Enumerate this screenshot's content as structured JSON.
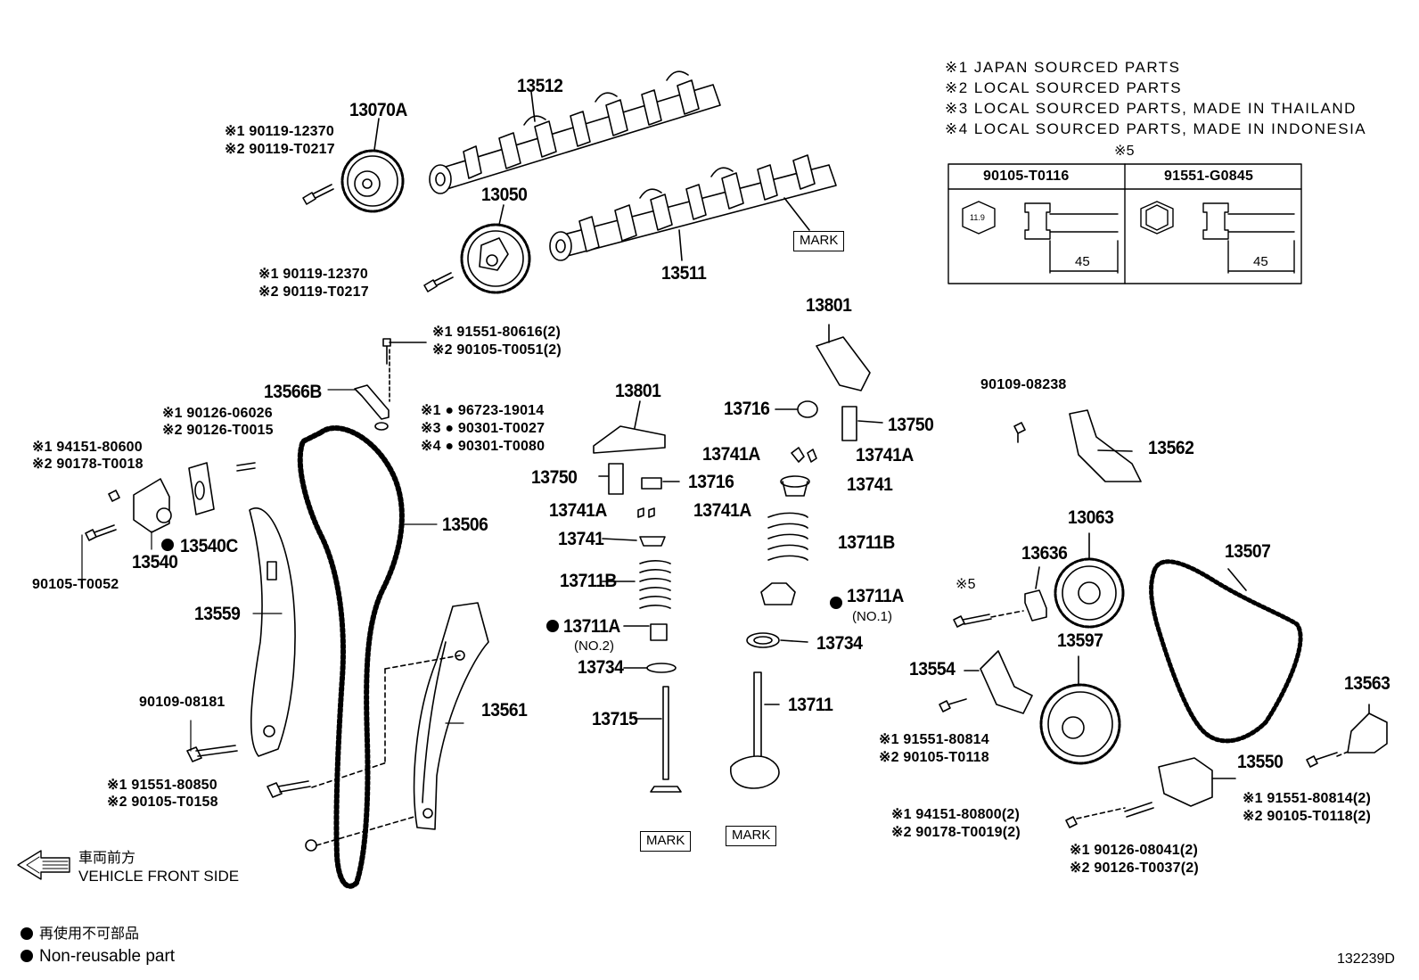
{
  "notes": {
    "n1": "※1 JAPAN SOURCED PARTS",
    "n2": "※2 LOCAL SOURCED PARTS",
    "n3": "※3 LOCAL SOURCED PARTS, MADE IN THAILAND",
    "n4": "※4 LOCAL SOURCED PARTS, MADE IN INDONESIA"
  },
  "bolt_table": {
    "caption": "※5",
    "col1": "90105-T0116",
    "col2": "91551-G0845",
    "hex_size": "11.9",
    "len1": "45",
    "len2": "45"
  },
  "legend": {
    "jp_front": "車両前方",
    "front": "VEHICLE FRONT SIDE",
    "jp_nonreuse": "再使用不可部品",
    "nonreuse": "Non-reusable part",
    "ref": "132239D"
  },
  "marks": {
    "mark": "MARK"
  },
  "parts": {
    "p13512": "13512",
    "p13070A": "13070A",
    "p13050": "13050",
    "p13511": "13511",
    "p13801a": "13801",
    "p13801b": "13801",
    "p13566B": "13566B",
    "p13506": "13506",
    "p13540C": "13540C",
    "p13540": "13540",
    "p13559": "13559",
    "p13561": "13561",
    "p13716a": "13716",
    "p13750a": "13750",
    "p13741Aa": "13741A",
    "p13741Ab": "13741A",
    "p13741a": "13741",
    "p13711Ba": "13711B",
    "p13711Aa": "13711A",
    "p13711Aa_no": "(NO.1)",
    "p13734a": "13734",
    "p13711": "13711",
    "p13750b": "13750",
    "p13716b": "13716",
    "p13741Ac": "13741A",
    "p13741Ad": "13741A",
    "p13741b": "13741",
    "p13711Bb": "13711B",
    "p13711Ab": "13711A",
    "p13711Ab_no": "(NO.2)",
    "p13734b": "13734",
    "p13715": "13715",
    "p90109_08238": "90109-08238",
    "p13562": "13562",
    "p13063": "13063",
    "p13636": "13636",
    "p13507": "13507",
    "p13554": "13554",
    "p13597": "13597",
    "p13563": "13563",
    "p13550": "13550",
    "x5": "※5",
    "p90109_08181": "90109-08181",
    "p90105_T0052": "90105-T0052"
  },
  "callouts": {
    "c1a": "※1 90119-12370",
    "c1b": "※2 90119-T0217",
    "c2a": "※1 90119-12370",
    "c2b": "※2 90119-T0217",
    "c3a": "※1 91551-80616(2)",
    "c3b": "※2 90105-T0051(2)",
    "c4a": "※1 ● 96723-19014",
    "c4b": "※3 ● 90301-T0027",
    "c4c": "※4 ● 90301-T0080",
    "c5a": "※1 90126-06026",
    "c5b": "※2 90126-T0015",
    "c6a": "※1  94151-80600",
    "c6b": "※2  90178-T0018",
    "c7a": "※1 91551-80850",
    "c7b": "※2 90105-T0158",
    "c8a": "※1 91551-80814",
    "c8b": "※2 90105-T0118",
    "c9a": "※1 94151-80800(2)",
    "c9b": "※2 90178-T0019(2)",
    "c10a": "※1 90126-08041(2)",
    "c10b": "※2 90126-T0037(2)",
    "c11a": "※1 91551-80814(2)",
    "c11b": "※2 90105-T0118(2)"
  }
}
